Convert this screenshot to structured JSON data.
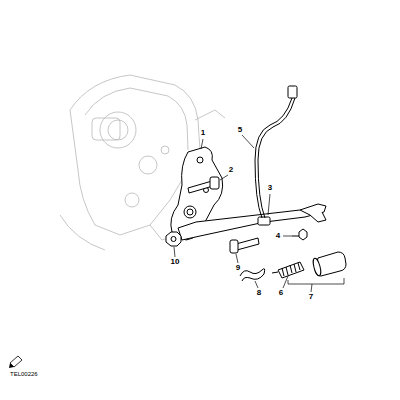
{
  "diagram": {
    "labels": [
      "1",
      "2",
      "3",
      "4",
      "5",
      "6",
      "7",
      "8",
      "9",
      "10",
      "TEL00226"
    ]
  }
}
